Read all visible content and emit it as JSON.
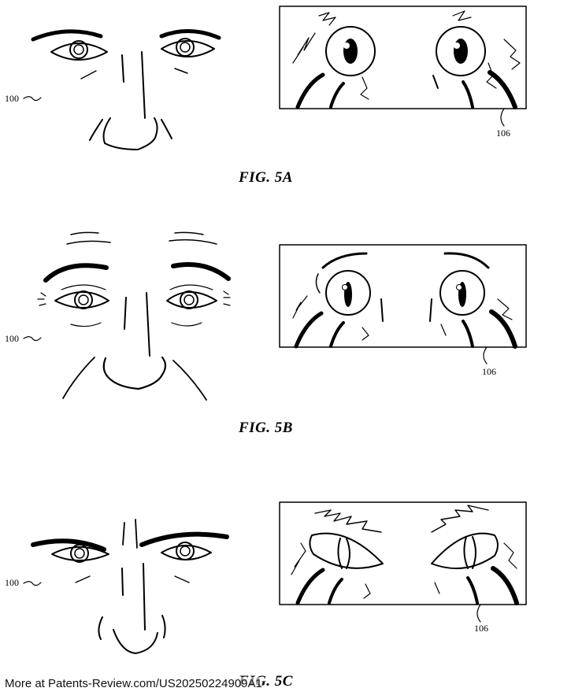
{
  "figures": [
    {
      "label": "FIG. 5A",
      "face_ref": "100",
      "panel_ref": "106"
    },
    {
      "label": "FIG. 5B",
      "face_ref": "100",
      "panel_ref": "106"
    },
    {
      "label": "FIG. 5C",
      "face_ref": "100",
      "panel_ref": "106"
    }
  ],
  "footer": {
    "text": "More at Patents-Review.com/US20250224909A1"
  }
}
